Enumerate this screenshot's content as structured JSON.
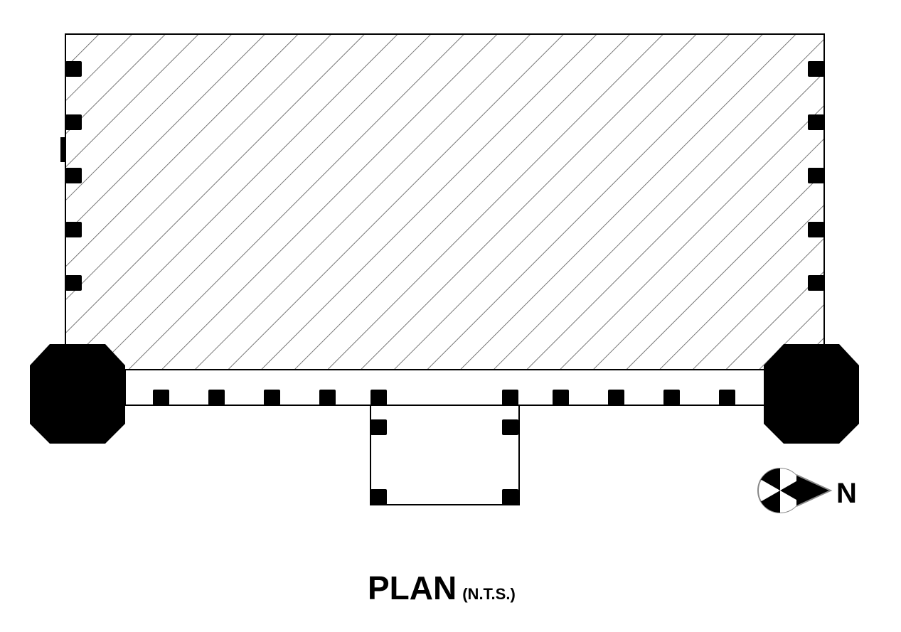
{
  "title": {
    "main": "PLAN",
    "note": "(N.T.S.)"
  },
  "north_arrow": {
    "label": "N"
  },
  "colors": {
    "line": "#000000",
    "hatch": "#555555",
    "background": "#ffffff"
  }
}
